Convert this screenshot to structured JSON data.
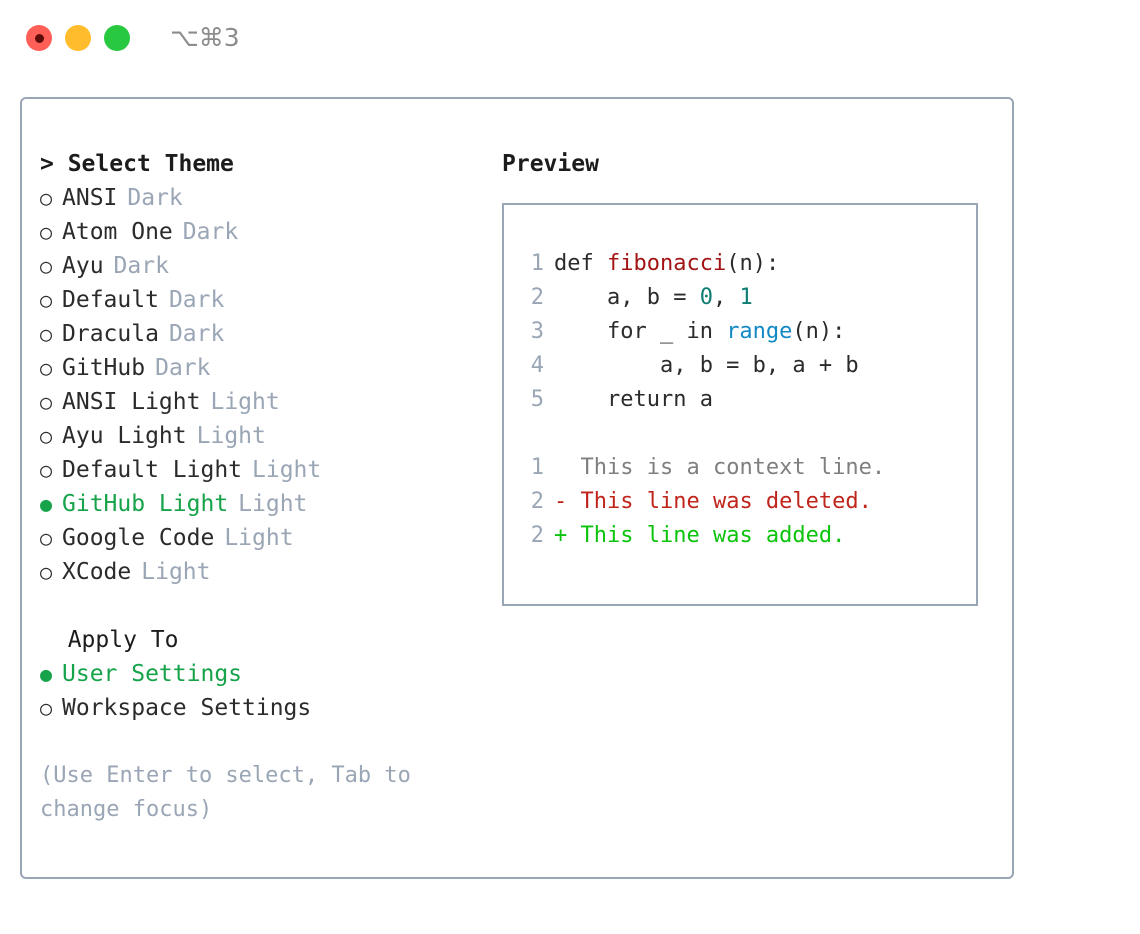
{
  "titlebar": {
    "shortcut": "⌥⌘3",
    "lights": [
      {
        "name": "close",
        "color": "#ff5f57"
      },
      {
        "name": "minimize",
        "color": "#ffbd2e"
      },
      {
        "name": "maximize",
        "color": "#28c840"
      }
    ]
  },
  "colors": {
    "panel_border": "#9aa5b5",
    "selected_green": "#16a34a",
    "muted": "#9aa5b5",
    "text": "#2b2b2b",
    "keyword_fn": "#a31515",
    "number": "#0d7d74",
    "call": "#1289c4",
    "diff_add": "#0bc40b",
    "diff_del": "#c0251c",
    "diff_ctx": "#7f7f7f"
  },
  "theme_section": {
    "prefix": "> ",
    "title": "Select Theme",
    "bullet_selected": "●",
    "bullet_unselected": "○",
    "items": [
      {
        "label": "ANSI",
        "tag": "Dark",
        "selected": false
      },
      {
        "label": "Atom One",
        "tag": "Dark",
        "selected": false
      },
      {
        "label": "Ayu",
        "tag": "Dark",
        "selected": false
      },
      {
        "label": "Default",
        "tag": "Dark",
        "selected": false
      },
      {
        "label": "Dracula",
        "tag": "Dark",
        "selected": false
      },
      {
        "label": "GitHub",
        "tag": "Dark",
        "selected": false
      },
      {
        "label": "ANSI Light",
        "tag": "Light",
        "selected": false
      },
      {
        "label": "Ayu Light",
        "tag": "Light",
        "selected": false
      },
      {
        "label": "Default Light",
        "tag": "Light",
        "selected": false
      },
      {
        "label": "GitHub Light",
        "tag": "Light",
        "selected": true
      },
      {
        "label": "Google Code",
        "tag": "Light",
        "selected": false
      },
      {
        "label": "XCode",
        "tag": "Light",
        "selected": false
      }
    ]
  },
  "apply_section": {
    "title": "  Apply To",
    "items": [
      {
        "label": "User Settings",
        "selected": true
      },
      {
        "label": "Workspace Settings",
        "selected": false
      }
    ]
  },
  "hint": "(Use Enter to select, Tab to change focus)",
  "preview": {
    "title": "Preview",
    "code_lines": [
      {
        "no": "1",
        "segments": [
          {
            "text": "def ",
            "style": "plain"
          },
          {
            "text": "fibonacci",
            "style": "fn"
          },
          {
            "text": "(n):",
            "style": "plain"
          }
        ]
      },
      {
        "no": "2",
        "segments": [
          {
            "text": "    a, b = ",
            "style": "plain"
          },
          {
            "text": "0",
            "style": "num"
          },
          {
            "text": ", ",
            "style": "plain"
          },
          {
            "text": "1",
            "style": "num"
          }
        ]
      },
      {
        "no": "3",
        "segments": [
          {
            "text": "    for _ in ",
            "style": "plain"
          },
          {
            "text": "range",
            "style": "call"
          },
          {
            "text": "(n):",
            "style": "plain"
          }
        ]
      },
      {
        "no": "4",
        "segments": [
          {
            "text": "        a, b = b, a + b",
            "style": "plain"
          }
        ]
      },
      {
        "no": "5",
        "segments": [
          {
            "text": "    return a",
            "style": "plain"
          }
        ]
      }
    ],
    "diff_lines": [
      {
        "no": "1",
        "marker": "  ",
        "text": "This is a context line.",
        "kind": "ctx"
      },
      {
        "no": "2",
        "marker": "- ",
        "text": "This line was deleted.",
        "kind": "del"
      },
      {
        "no": "2",
        "marker": "+ ",
        "text": "This line was added.",
        "kind": "add"
      }
    ]
  }
}
